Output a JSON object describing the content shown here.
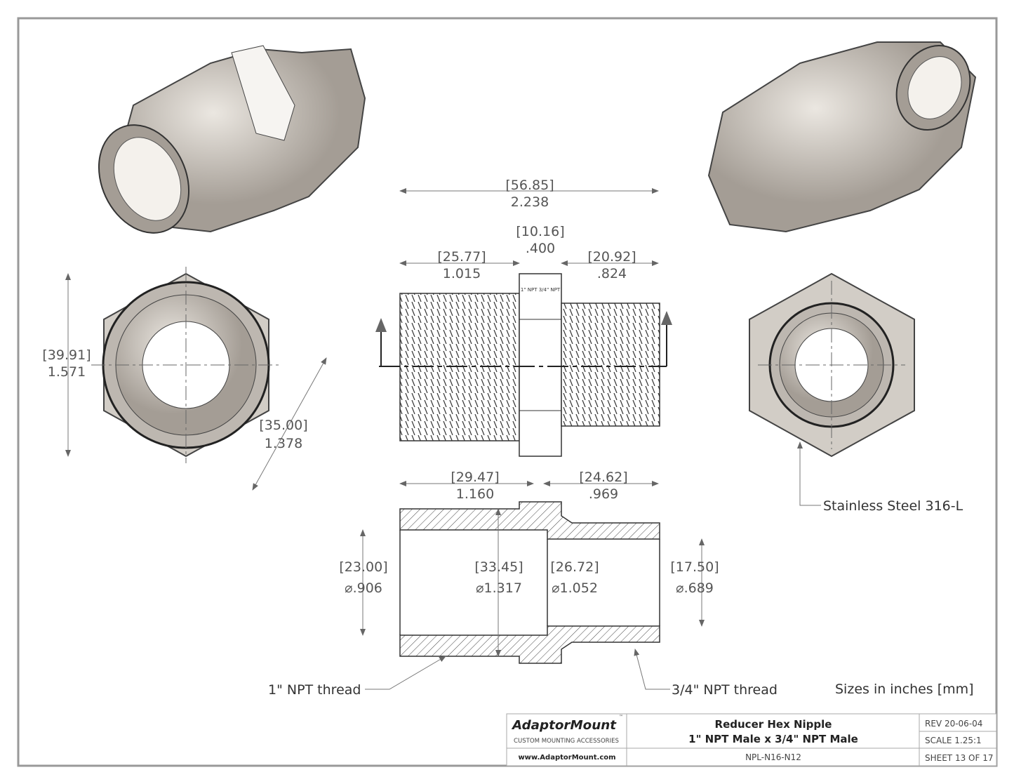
{
  "dimensions": {
    "overall": [
      "[56.85]",
      "2.238"
    ],
    "hex_width": [
      "[10.16]",
      ".400"
    ],
    "left_thread": [
      "[25.77]",
      "1.015"
    ],
    "right_thread": [
      "[20.92]",
      ".824"
    ],
    "hex_across_corners": [
      "[39.91]",
      "1.571"
    ],
    "hex_across_flats": [
      "[35.00]",
      "1.378"
    ],
    "section_left": [
      "[29.47]",
      "1.160"
    ],
    "section_right": [
      "[24.62]",
      ".969"
    ],
    "bore_small": [
      "[23.00]",
      "⌀.906"
    ],
    "bore_large": [
      "[33.45]",
      "⌀1.317"
    ],
    "bore_mid": [
      "[26.72]",
      "⌀1.052"
    ],
    "bore_right": [
      "[17.50]",
      "⌀.689"
    ]
  },
  "notes": {
    "material": "Stainless Steel 316-L",
    "thread_left": "1\" NPT thread",
    "thread_right": "3/4\" NPT thread",
    "units": "Sizes in inches [mm]",
    "hex_marking": "1\" NPT 3/4\" NPT"
  },
  "title_block": {
    "brand": "AdaptorMount",
    "tm": "™",
    "tagline": "CUSTOM MOUNTING ACCESSORIES",
    "website": "www.AdaptorMount.com",
    "title_line1": "Reducer Hex Nipple",
    "title_line2": "1\" NPT Male x 3/4\" NPT Male",
    "part_number": "NPL-N16-N12",
    "rev": "REV 20-06-04",
    "scale": "SCALE 1.25:1",
    "sheet": "SHEET 13 OF 17"
  },
  "colors": {
    "metal": "#c9c4bd",
    "metal_dark": "#8e8881",
    "line": "#444444"
  }
}
